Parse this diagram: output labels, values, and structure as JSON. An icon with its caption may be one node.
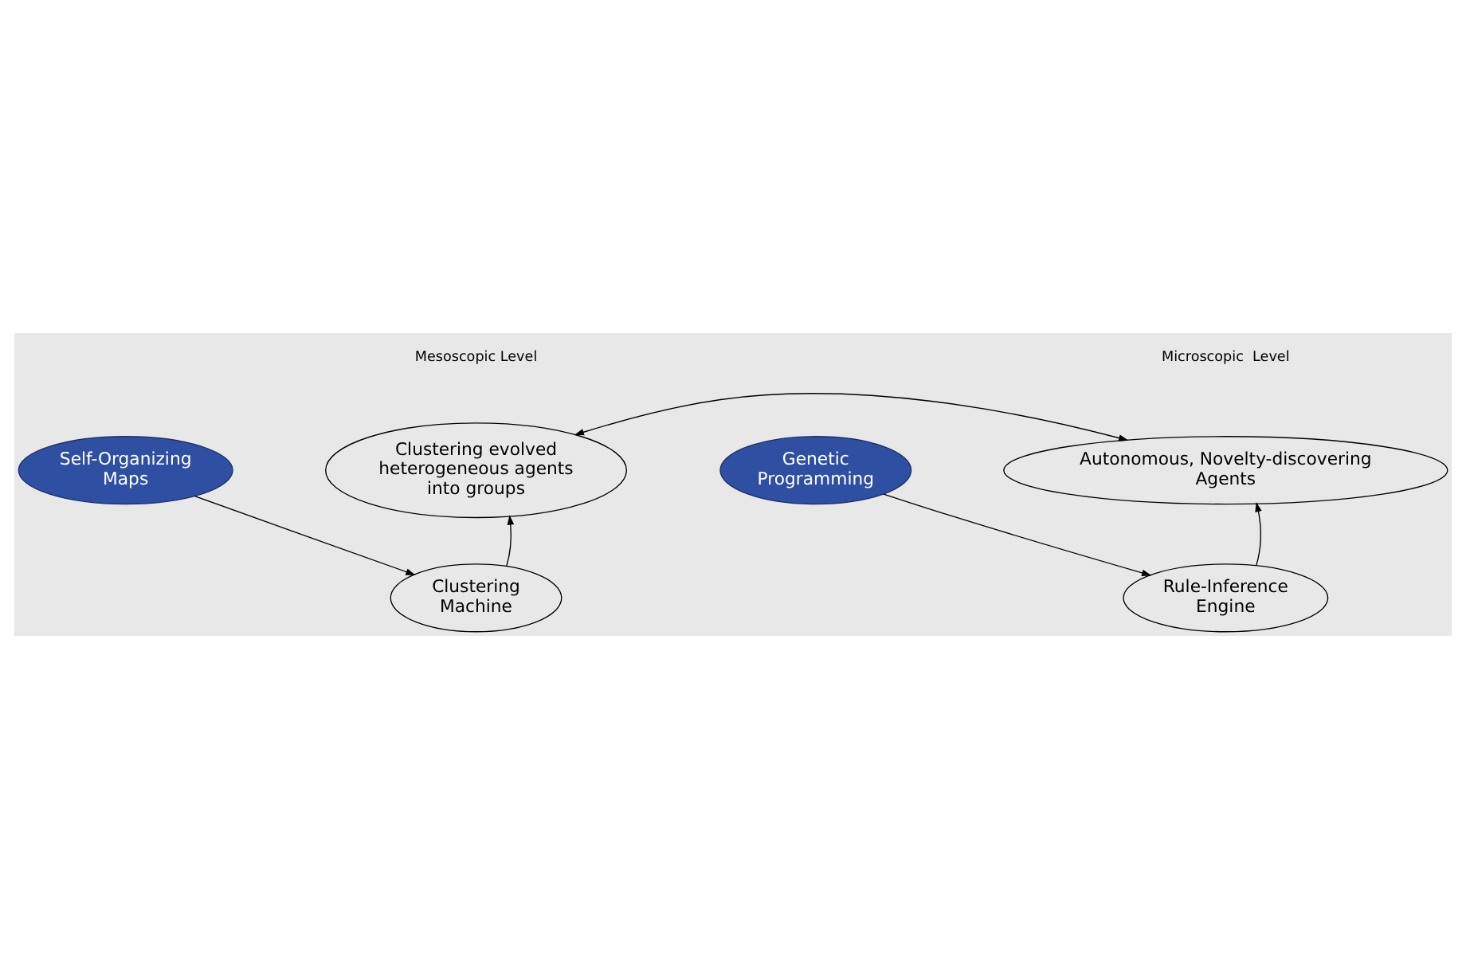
{
  "diagram": {
    "nodes": [
      {
        "text": [
          "Clustering evolved heterogeneous agents into groups"
        ]
      },
      {
        "text": [
          "Autonomous, Novelty-discovering Agents"
        ]
      },
      {
        "text": [
          "Clustering Machine"
        ]
      },
      {
        "text": [
          "Rule-Inference Engine"
        ]
      },
      {
        "text": [
          "Self-Organizing Maps"
        ]
      },
      {
        "text": [
          "Genetic Programming"
        ]
      }
    ],
    "edges": [
      {
        "from": 0,
        "to": 1,
        "arrow": "both"
      },
      {
        "from": 2,
        "to": 0,
        "arrow": "to"
      },
      {
        "from": 4,
        "to": 2,
        "arrow": "to"
      },
      {
        "from": 3,
        "to": 1,
        "arrow": "to"
      },
      {
        "from": 5,
        "to": 3,
        "arrow": "to"
      }
    ],
    "labels": [
      "Mesoscopic Level",
      "Microscopic  Level"
    ]
  }
}
